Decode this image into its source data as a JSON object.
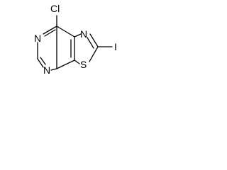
{
  "molecule": {
    "atoms": {
      "chlorine": "Cl",
      "nitrogen_top_left": "N",
      "nitrogen_bottom_left": "N",
      "nitrogen_thiazole": "N",
      "sulfur": "S",
      "iodine": "I"
    },
    "colors": {
      "bond": "#000000",
      "label": "#000000",
      "background": "#ffffff"
    }
  }
}
